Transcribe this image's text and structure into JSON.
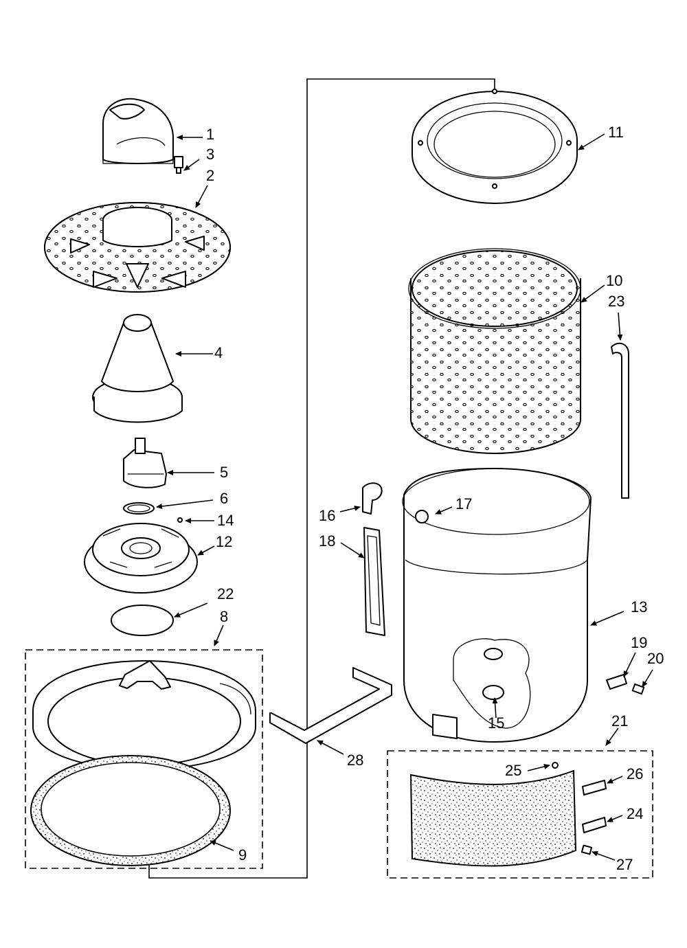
{
  "diagram": {
    "callouts": [
      {
        "id": "c1",
        "label": "1"
      },
      {
        "id": "c2",
        "label": "2"
      },
      {
        "id": "c3",
        "label": "3"
      },
      {
        "id": "c4",
        "label": "4"
      },
      {
        "id": "c5",
        "label": "5"
      },
      {
        "id": "c6",
        "label": "6"
      },
      {
        "id": "c8",
        "label": "8"
      },
      {
        "id": "c9",
        "label": "9"
      },
      {
        "id": "c10",
        "label": "10"
      },
      {
        "id": "c11",
        "label": "11"
      },
      {
        "id": "c12",
        "label": "12"
      },
      {
        "id": "c13",
        "label": "13"
      },
      {
        "id": "c14",
        "label": "14"
      },
      {
        "id": "c15",
        "label": "15"
      },
      {
        "id": "c16",
        "label": "16"
      },
      {
        "id": "c17",
        "label": "17"
      },
      {
        "id": "c18",
        "label": "18"
      },
      {
        "id": "c19",
        "label": "19"
      },
      {
        "id": "c20",
        "label": "20"
      },
      {
        "id": "c21",
        "label": "21"
      },
      {
        "id": "c22",
        "label": "22"
      },
      {
        "id": "c23",
        "label": "23"
      },
      {
        "id": "c24",
        "label": "24"
      },
      {
        "id": "c25",
        "label": "25"
      },
      {
        "id": "c26",
        "label": "26"
      },
      {
        "id": "c27",
        "label": "27"
      },
      {
        "id": "c28",
        "label": "28"
      }
    ]
  }
}
